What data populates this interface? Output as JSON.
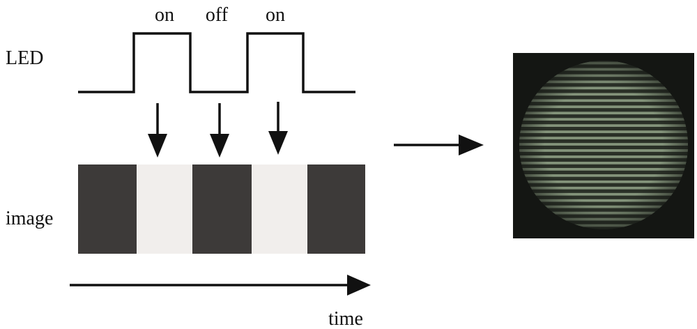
{
  "labels": {
    "led": "LED",
    "image": "image",
    "time": "time",
    "states": [
      "on",
      "off",
      "on"
    ]
  },
  "led_signal": {
    "sequence": [
      "off",
      "on",
      "off",
      "on",
      "off"
    ]
  },
  "image_frames": {
    "sequence": [
      "dark",
      "light",
      "dark",
      "light",
      "dark"
    ]
  },
  "colors": {
    "line": "#111111",
    "frame_dark": "#3d3a39",
    "frame_light": "#f1eeec",
    "result_background": "#141613",
    "fringe_color": "#93a58a"
  },
  "result": {
    "fringe_count": 27
  }
}
